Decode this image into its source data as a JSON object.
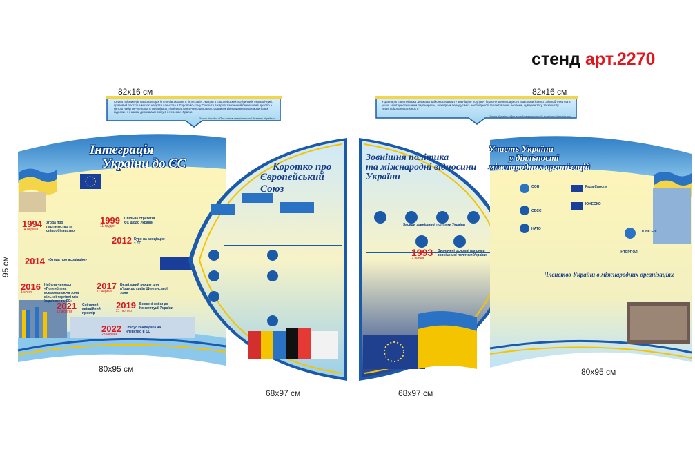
{
  "header": {
    "label": "стенд",
    "article": "арт.2270"
  },
  "dimensions": {
    "banner_left": "82x16 см",
    "banner_right": "82x16 см",
    "panel_left": "80x95 см",
    "panel_center_left": "68x97 см",
    "panel_center_right": "68x97 см",
    "panel_right": "80x95 см",
    "height_left": "95 см"
  },
  "banners": {
    "left_text": "Серед пріоритетів національних інтересів України є: інтеграція України в європейський політичний, економічний, правовий простір з метою набуття членства в Європейському Союзі та в євроатлантичний безпековий простір з метою набуття членства в Організації Північноатлантичного договору; розвиток рівноправних взаємовигідних відносин з іншими державами світу в інтересах України.",
    "left_source": "Закон України «Про основи національної безпеки України»",
    "right_text": "Україна як європейська держава здійснює відкриту зовнішню політику і прагне рівноправного взаємовигідного співробітництва з усіма заінтересованими партнерами, виходячи передусім із необхідності гарантування безпеки, суверенітету та захисту територіальної цілісності",
    "right_source": "Закон України «Про засади внутрішньої і зовнішньої політики»"
  },
  "panel1": {
    "title_line1": "Інтеграція",
    "title_line2": "України до ЄС",
    "timeline": [
      {
        "year": "1994",
        "date": "14 червня",
        "event": "Угода про партнерство та співробітництво"
      },
      {
        "year": "1999",
        "date": "11 грудня",
        "event": "Спільна стратегія ЄС щодо України"
      },
      {
        "year": "2012",
        "date": "",
        "event": "Курс на асоціацію з ЄС"
      },
      {
        "year": "2014",
        "date": "",
        "event": "«Угода про асоціацію»"
      },
      {
        "year": "2016",
        "date": "1 січня",
        "event": "Набула чинності «Поглиблена і всеохоплююча зона вільної торгівлі між Україною та ЄС»"
      },
      {
        "year": "2017",
        "date": "11 червня",
        "event": "Безвізовий режим для в'їзду до країн Шенгенської зони"
      },
      {
        "year": "2019",
        "date": "21 лютого",
        "event": "Внесені зміни до Конституції України"
      },
      {
        "year": "2021",
        "date": "12 жовтня",
        "event": "Спільний авіаційний простір"
      },
      {
        "year": "2022",
        "date": "23 червня",
        "event": "Статус кандидата на членство в ЄС"
      }
    ]
  },
  "panel2": {
    "title_line1": "Коротко про",
    "title_line2": "Європейський Союз"
  },
  "panel3": {
    "title_line1": "Зовнішня політика",
    "title_line2": "та міжнародні відносини",
    "title_line3": "України",
    "subtitle": "Засади зовнішньої політики України",
    "year": "1993",
    "year_date": "2 липня",
    "year_event": "Визначені основні напрями зовнішньої політики України"
  },
  "panel4": {
    "title_line1": "Участь України",
    "title_line2": "у діяльності",
    "title_line3": "міжнародних організацій",
    "subtitle": "Членство України в міжнародних організаціях",
    "orgs": [
      "ООН",
      "Рада Європи",
      "ЮНЕСКО",
      "ОБСЄ",
      "НАТО",
      "ЮНІСЕФ",
      "ІНТЕРПОЛ"
    ]
  },
  "colors": {
    "brand_blue": "#1a5aa8",
    "light_blue": "#bfe3f7",
    "yellow": "#fbe77c",
    "red": "#e4141b"
  }
}
